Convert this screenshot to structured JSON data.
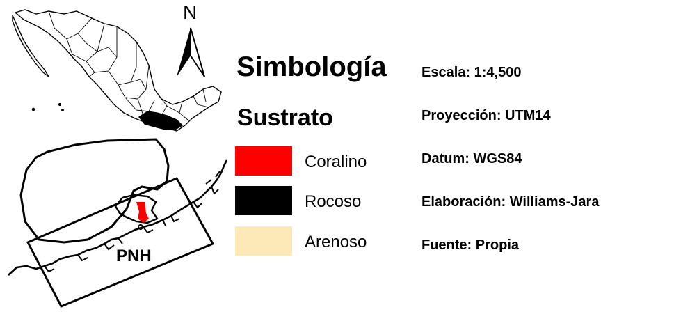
{
  "north_label": "N",
  "area_label": "PNH",
  "legend": {
    "title": "Simbología",
    "subtitle": "Sustrato",
    "items": [
      {
        "label": "Coralino",
        "color": "#ff0000"
      },
      {
        "label": "Rocoso",
        "color": "#000000"
      },
      {
        "label": "Arenoso",
        "color": "#fde9b7"
      }
    ]
  },
  "info": [
    {
      "text": "Escala: 1:4,500"
    },
    {
      "text": "Proyección: UTM14"
    },
    {
      "text": "Datum: WGS84"
    },
    {
      "text": "Elaboración: Williams-Jara"
    },
    {
      "text": "Fuente: Propia"
    }
  ]
}
